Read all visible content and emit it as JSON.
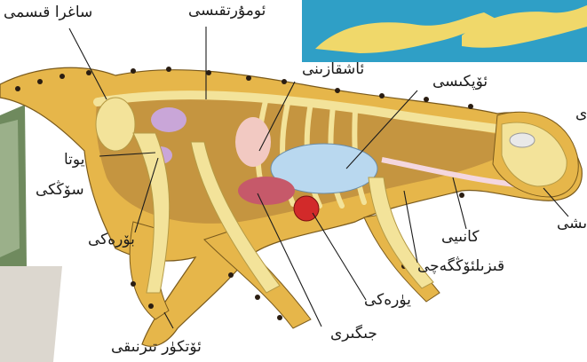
{
  "labels": {
    "pelvic_cavity": "ساغرا قىسمى",
    "spine": "ئومۇرتقىسى",
    "stomach": "ئاشقازىنى",
    "lung": "ئۆپكىسى",
    "brain_partial": "ى",
    "gallbladder": "يوتا",
    "bone_marrow": "سۆڭكى",
    "kidney": "بۆرەكى",
    "cut_mouth_label": "ىشى",
    "kidney_tip": "كانىيى",
    "heart": "يۈرەكى",
    "trachea": "قىزىلئۆڭگەچى",
    "liver": "جىگىرى",
    "tail_end": "ئۆتكۈر تىرنىقى"
  },
  "colors": {
    "sky": "#2f9fc6",
    "fur": "#e6b64a",
    "spots": "#2a1d12",
    "bone": "#f3e39a",
    "lung": "#b9d8ef",
    "heart": "#d22a2a",
    "stomach": "#f2c9c2",
    "kidney": "#c9a6d8",
    "foliage": "#7f9a6a"
  }
}
